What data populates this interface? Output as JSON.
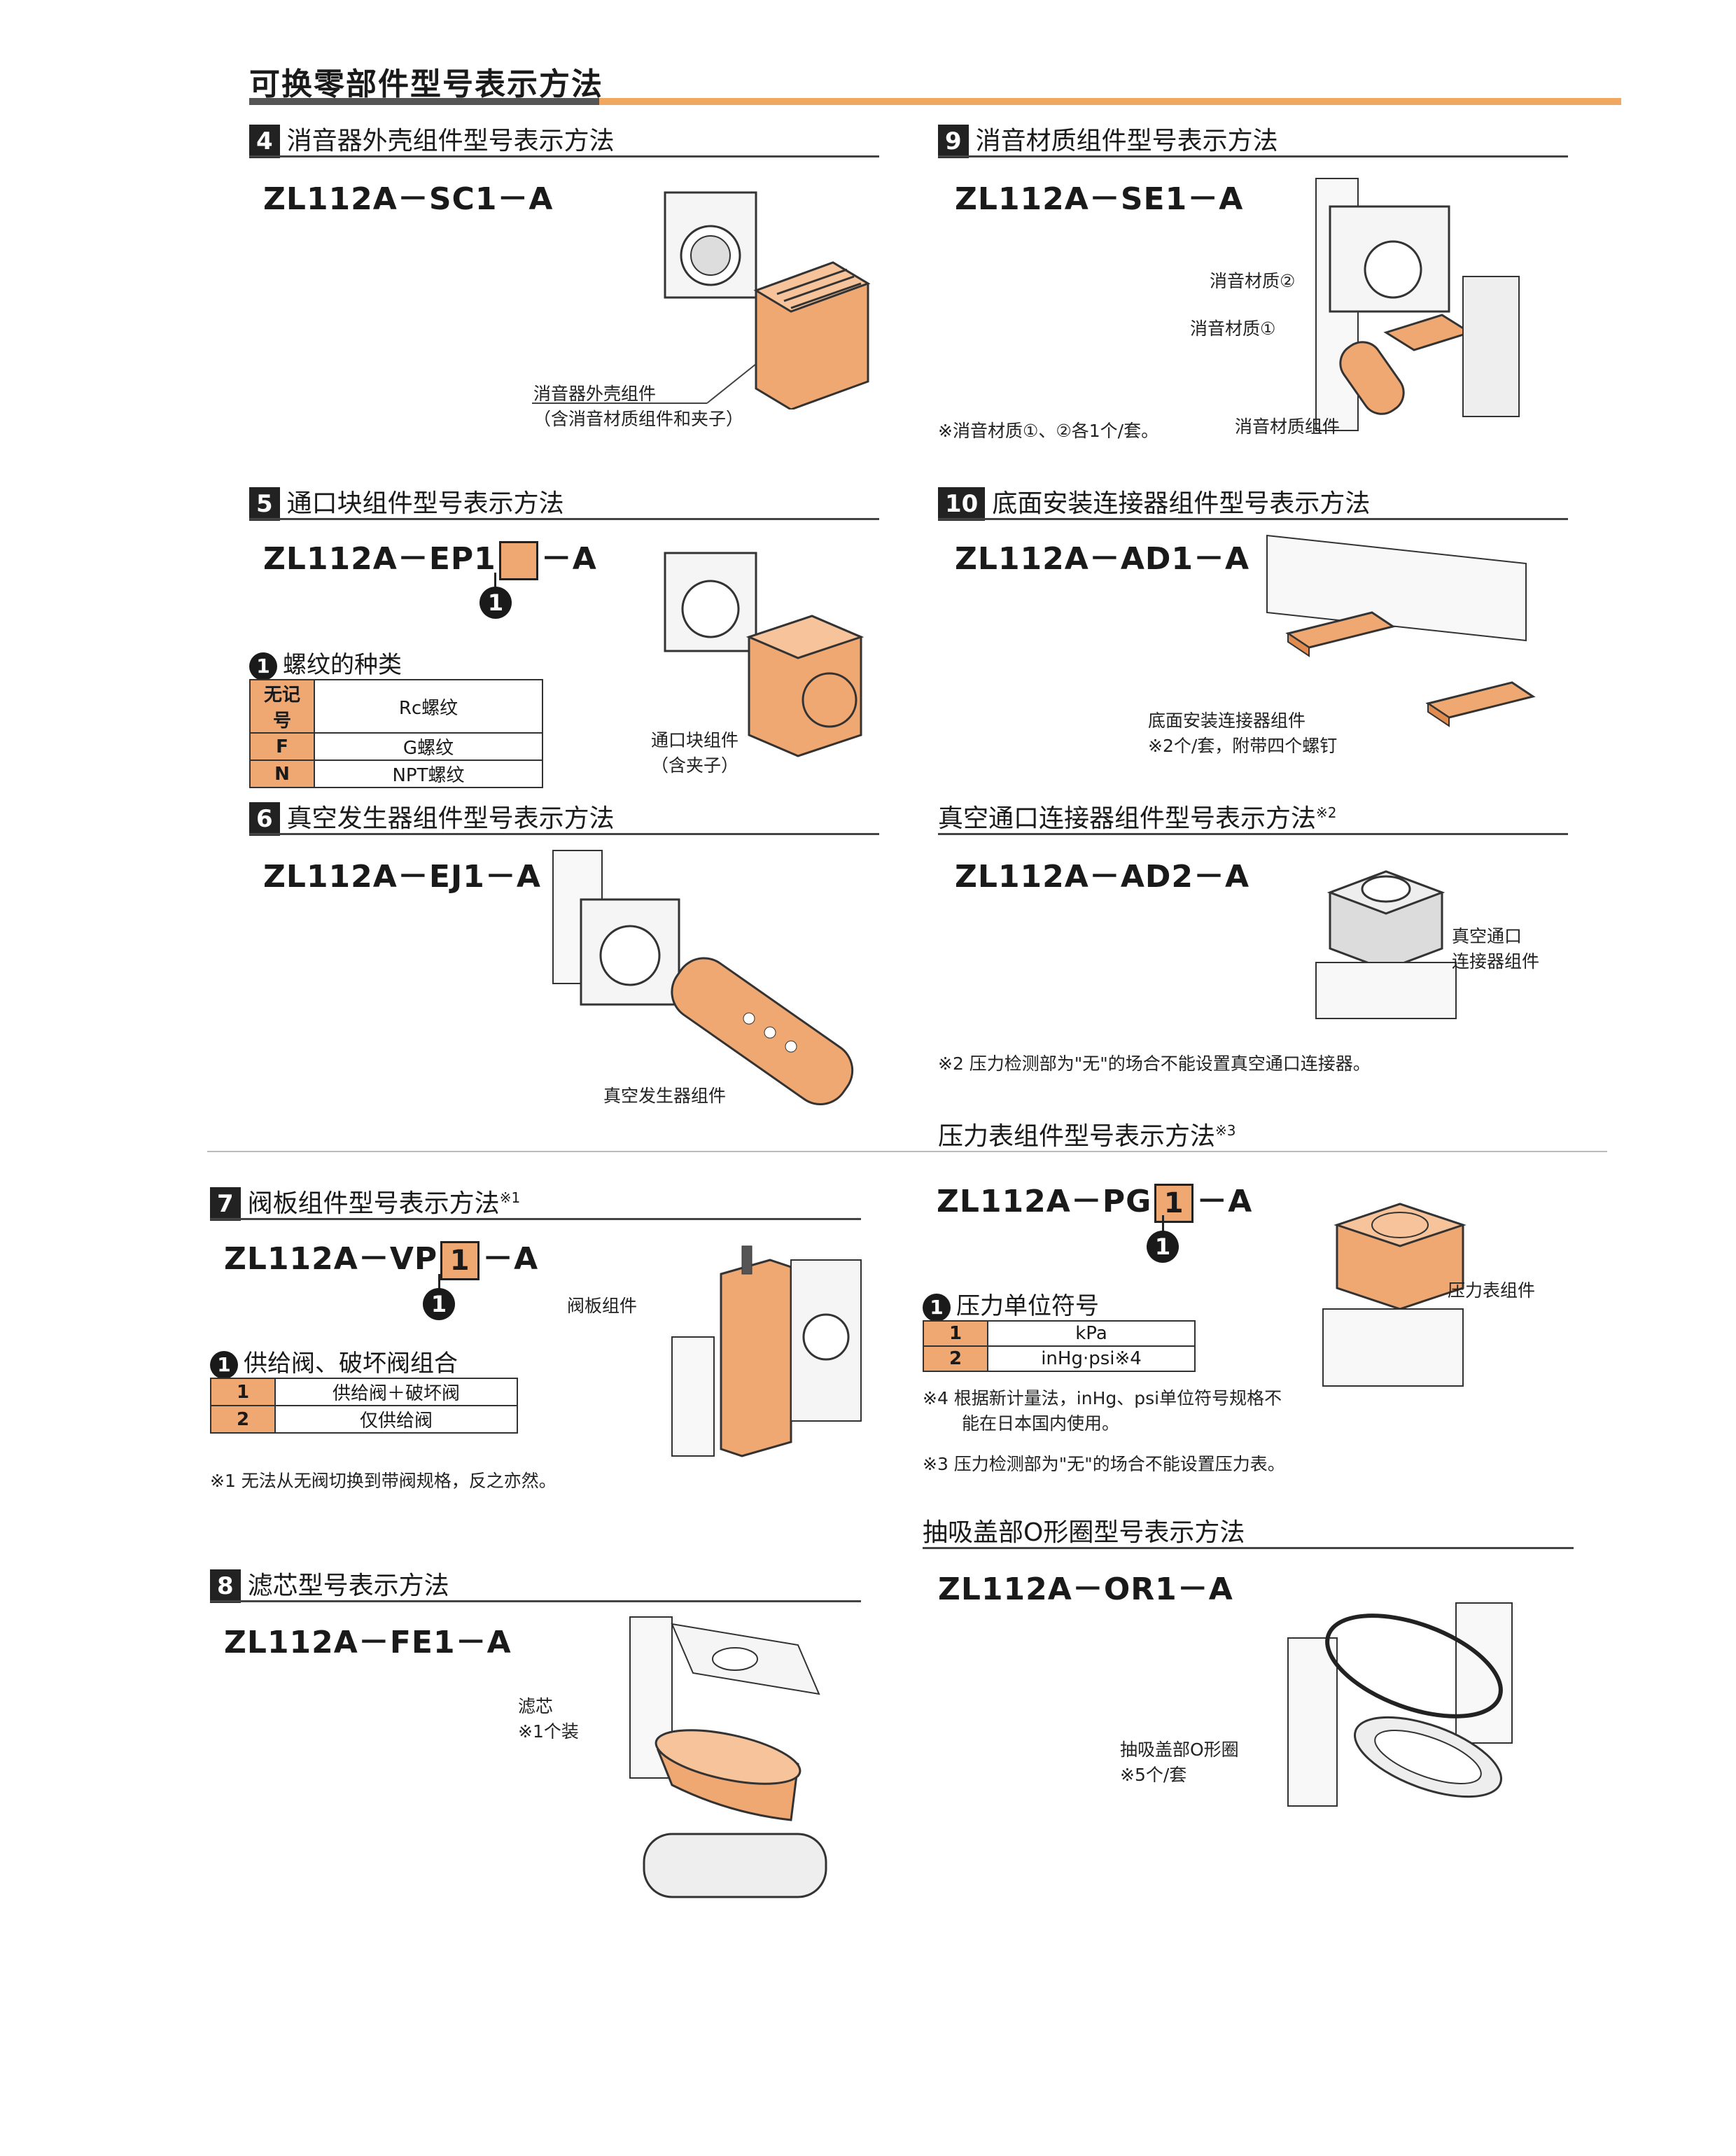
{
  "page_title": "可换零部件型号表示方法",
  "s4": {
    "num": "4",
    "title": "消音器外壳组件型号表示方法",
    "model": "ZL112A－SC1－A",
    "callout1": "消音器外壳组件",
    "callout2": "（含消音材质组件和夹子）"
  },
  "s5": {
    "num": "5",
    "title": "通口块组件型号表示方法",
    "model_a": "ZL112A－EP1",
    "model_b": "－A",
    "circle": "1",
    "opt_title": "螺纹的种类",
    "rows": [
      {
        "k": "无记号",
        "v": "Rc螺纹"
      },
      {
        "k": "F",
        "v": "G螺纹"
      },
      {
        "k": "N",
        "v": "NPT螺纹"
      }
    ],
    "callout1": "通口块组件",
    "callout2": "（含夹子）"
  },
  "s6": {
    "num": "6",
    "title": "真空发生器组件型号表示方法",
    "model": "ZL112A－EJ1－A",
    "callout": "真空发生器组件"
  },
  "s7": {
    "num": "7",
    "title": "阀板组件型号表示方法",
    "sup": "※1",
    "model_a": "ZL112A－VP",
    "box": "1",
    "model_b": "－A",
    "circle": "1",
    "opt_title": "供给阀、破坏阀组合",
    "rows": [
      {
        "k": "1",
        "v": "供给阀＋破坏阀"
      },
      {
        "k": "2",
        "v": "仅供给阀"
      }
    ],
    "callout": "阀板组件",
    "note": "※1 无法从无阀切换到带阀规格，反之亦然。"
  },
  "s8": {
    "num": "8",
    "title": "滤芯型号表示方法",
    "model": "ZL112A－FE1－A",
    "callout1": "滤芯",
    "callout2": "※1个装"
  },
  "s9": {
    "num": "9",
    "title": "消音材质组件型号表示方法",
    "model": "ZL112A－SE1－A",
    "label_m2": "消音材质②",
    "label_m1": "消音材质①",
    "note": "※消音材质①、②各1个/套。",
    "callout": "消音材质组件"
  },
  "s10": {
    "num": "10",
    "title": "底面安装连接器组件型号表示方法",
    "model": "ZL112A－AD1－A",
    "callout1": "底面安装连接器组件",
    "callout2": "※2个/套，附带四个螺钉"
  },
  "s11": {
    "title": "真空通口连接器组件型号表示方法",
    "sup": "※2",
    "model": "ZL112A－AD2－A",
    "callout1": "真空通口",
    "callout2": "连接器组件",
    "note": "※2 压力检测部为\"无\"的场合不能设置真空通口连接器。"
  },
  "s12": {
    "title": "压力表组件型号表示方法",
    "sup": "※3",
    "model_a": "ZL112A－PG",
    "box": "1",
    "model_b": "－A",
    "circle": "1",
    "opt_title": "压力单位符号",
    "rows": [
      {
        "k": "1",
        "v": "kPa"
      },
      {
        "k": "2",
        "v": "inHg·psi※4"
      }
    ],
    "note4a": "※4 根据新计量法，inHg、psi单位符号规格不",
    "note4b": "能在日本国内使用。",
    "note3": "※3 压力检测部为\"无\"的场合不能设置压力表。",
    "callout": "压力表组件"
  },
  "s13": {
    "title": "抽吸盖部O形圈型号表示方法",
    "model": "ZL112A－OR1－A",
    "callout1": "抽吸盖部O形圈",
    "callout2": "※5个/套"
  },
  "colors": {
    "accent": "#f0a872",
    "rule": "#f0a75f",
    "ink": "#1a1a1a"
  }
}
